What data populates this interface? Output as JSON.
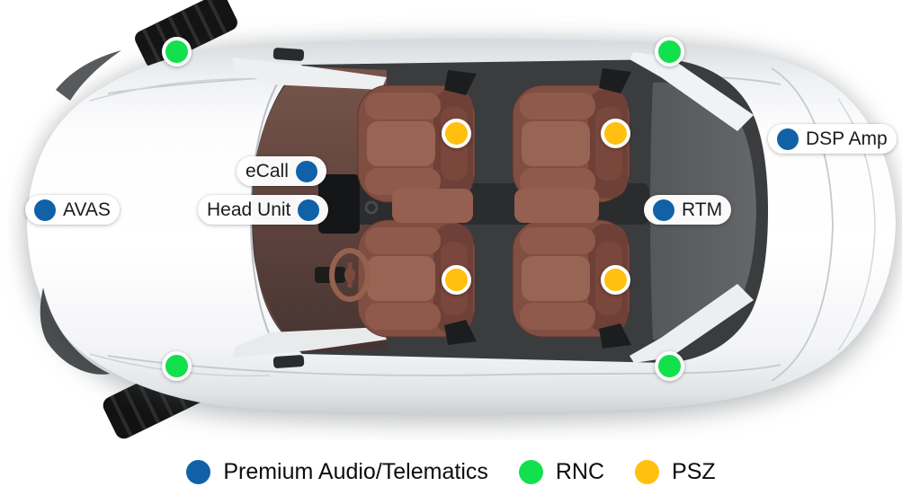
{
  "colors": {
    "premium": "#1161a8",
    "rnc": "#12e04c",
    "psz": "#ffc010"
  },
  "pills": {
    "avas": {
      "label": "AVAS",
      "type": "premium",
      "dot_side": "left"
    },
    "ecall": {
      "label": "eCall",
      "type": "premium",
      "dot_side": "right"
    },
    "head_unit": {
      "label": "Head Unit",
      "type": "premium",
      "dot_side": "right"
    },
    "rtm": {
      "label": "RTM",
      "type": "premium",
      "dot_side": "left"
    },
    "dsp_amp": {
      "label": "DSP Amp",
      "type": "premium",
      "dot_side": "left"
    }
  },
  "markers": {
    "rnc": [
      "front-top-wheel",
      "rear-top-quarter",
      "front-bottom-wheel",
      "rear-bottom-quarter"
    ],
    "psz": [
      "front-top-seat",
      "rear-top-seat",
      "front-bottom-seat",
      "rear-bottom-seat"
    ]
  },
  "legend": {
    "items": [
      {
        "id": "premium",
        "label": "Premium Audio/Telematics",
        "color": "#1161a8"
      },
      {
        "id": "rnc",
        "label": "RNC",
        "color": "#12e04c"
      },
      {
        "id": "psz",
        "label": "PSZ",
        "color": "#ffc010"
      }
    ]
  }
}
